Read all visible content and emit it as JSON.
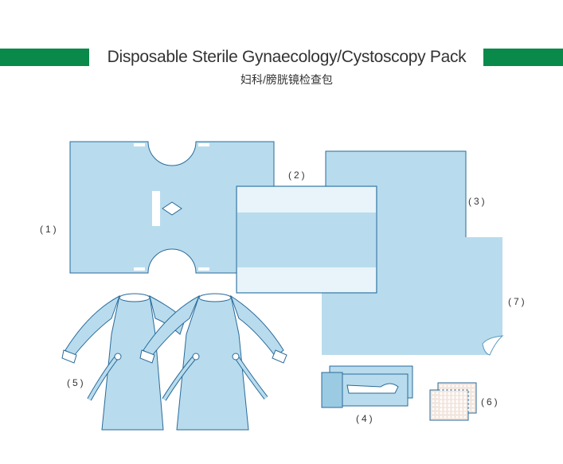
{
  "title": "Disposable Sterile Gynaecology/Cystoscopy Pack",
  "subtitle": "妇科/膀胱镜检查包",
  "items": {
    "i1": "(1)",
    "i2": "(2)",
    "i3": "(3)",
    "i4": "(4)",
    "i5": "(5)",
    "i6": "(6)",
    "i7": "(7)"
  },
  "colors": {
    "brand_green": "#0a8a4a",
    "drape_blue": "#b8dced",
    "outline_blue": "#2a6a9a"
  }
}
